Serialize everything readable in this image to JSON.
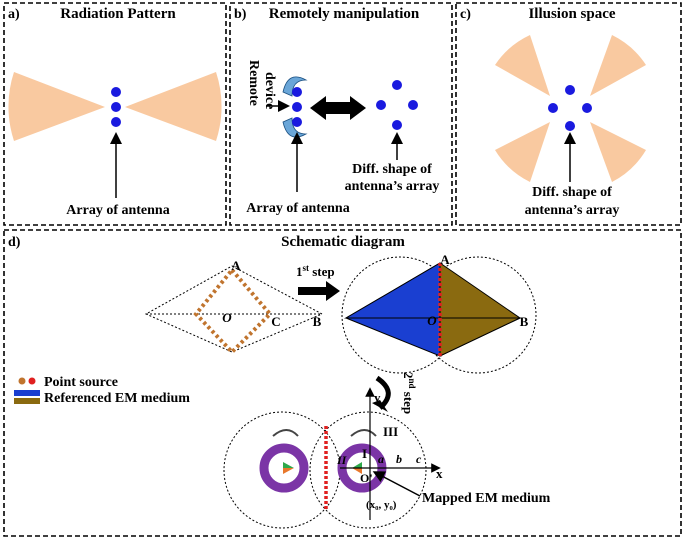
{
  "panel_a": {
    "letter": "a)",
    "title": "Radiation Pattern",
    "caption": "Array of antenna"
  },
  "panel_b": {
    "letter": "b)",
    "title": "Remotely manipulation",
    "remote_label_line1": "Remote",
    "remote_label_line2": "device",
    "caption_left": "Array of antenna",
    "caption_right_line1": "Diff. shape of",
    "caption_right_line2": "antenna’s array"
  },
  "panel_c": {
    "letter": "c)",
    "title": "Illusion space",
    "caption_line1": "Diff. shape of",
    "caption_line2": "antenna’s array"
  },
  "panel_d": {
    "letter": "d)",
    "title": "Schematic diagram",
    "step1_main": "1",
    "step1_sup": "st",
    "step1_rest": " step",
    "step2_main": "2",
    "step2_sup": "nd",
    "step2_rest": " step",
    "label_A_left": "A",
    "label_O_left": "O",
    "label_C_left": "C",
    "label_B_left": "B",
    "label_A_right": "A",
    "label_O_right": "O",
    "label_B_right": "B",
    "legend_point_source": "Point source",
    "legend_referenced": "Referenced EM medium",
    "label_y": "y",
    "label_x": "x",
    "label_III": "III",
    "label_II": "II",
    "label_I": "I",
    "label_a": "a",
    "label_b": "b",
    "label_c": "c",
    "label_O_prime": "O'",
    "label_coords": "(x₀, y₀)",
    "label_mapped": "Mapped EM medium"
  },
  "colors": {
    "lobe": "#f9c9a0",
    "antenna": "#1a1adf",
    "remote_device": "#6aa6d8",
    "medium_blue": "#1a3fd1",
    "medium_brown": "#8a6a10",
    "point_brown": "#c0742e",
    "point_red": "#e02020",
    "ring": "#7b35a6",
    "wedge_green": "#2ea84a",
    "wedge_orange": "#e8782c"
  }
}
